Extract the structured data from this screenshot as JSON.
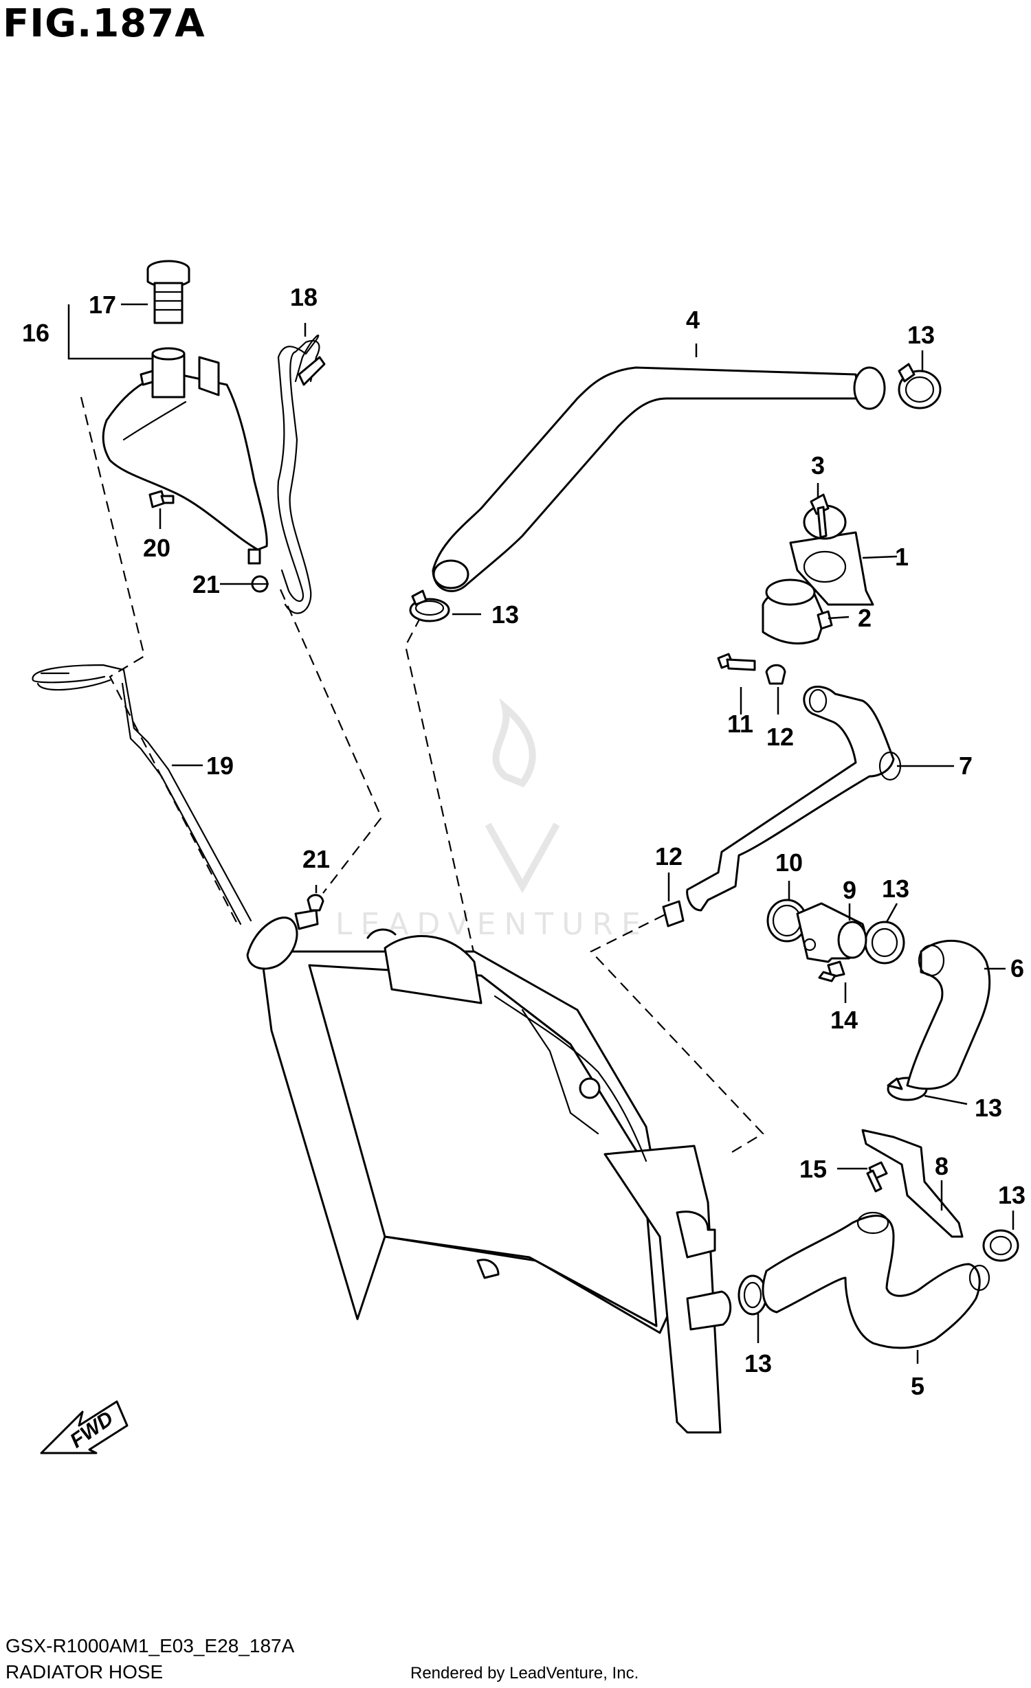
{
  "figure": {
    "title": "FIG.187A",
    "model_code": "GSX-R1000AM1_E03_E28_187A",
    "name": "RADIATOR HOSE",
    "credit": "Rendered by LeadVenture, Inc.",
    "watermark": "LEADVENTURE",
    "fwd_label": "FWD"
  },
  "callouts": {
    "c1": "1",
    "c2": "2",
    "c3": "3",
    "c4": "4",
    "c5": "5",
    "c6": "6",
    "c7": "7",
    "c8": "8",
    "c9": "9",
    "c10": "10",
    "c11": "11",
    "c12a": "12",
    "c12b": "12",
    "c13a": "13",
    "c13b": "13",
    "c13c": "13",
    "c13d": "13",
    "c13e": "13",
    "c13f": "13",
    "c14": "14",
    "c15": "15",
    "c16": "16",
    "c17": "17",
    "c18": "18",
    "c19": "19",
    "c20": "20",
    "c21a": "21",
    "c21b": "21"
  }
}
